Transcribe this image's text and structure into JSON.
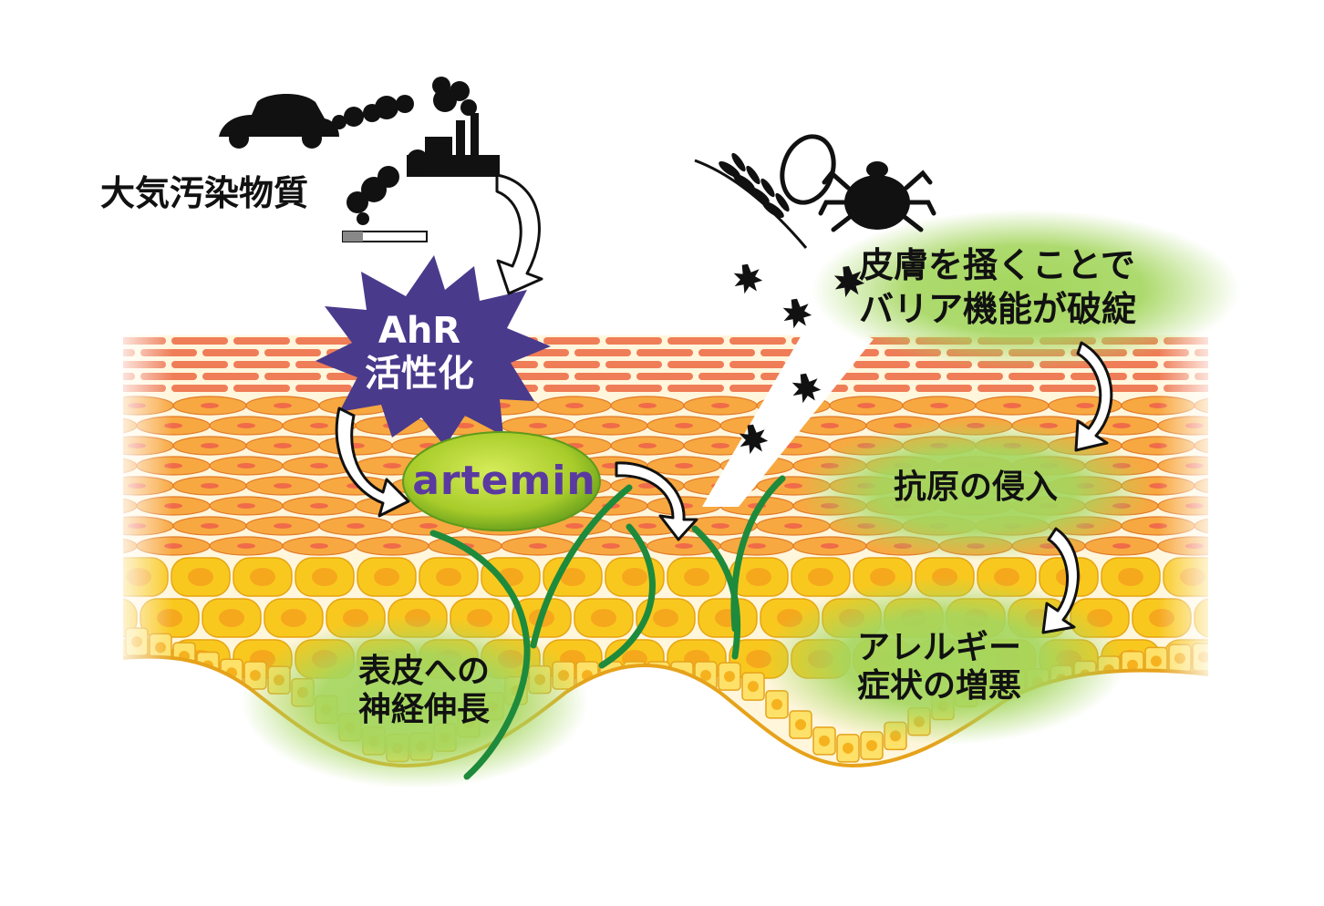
{
  "labels": {
    "pollution": "大気汚染物質",
    "ahr_line1": "AhR",
    "ahr_line2": "活性化",
    "artemin": "artemin",
    "nerve_line1": "表皮への",
    "nerve_line2": "神経伸長",
    "barrier_line1": "皮膚を掻くことで",
    "barrier_line2": "バリア機能が破綻",
    "antigen": "抗原の侵入",
    "allergy_line1": "アレルギー",
    "allergy_line2": "症状の増悪"
  },
  "icons": [
    "car-icon",
    "factory-icon",
    "cigarette-icon",
    "smoke-icon",
    "wheat-icon",
    "egg-icon",
    "mite-icon",
    "antigen-star-icon",
    "arrow-icon"
  ],
  "colors": {
    "stratum_corneum": "#ef7d57",
    "granular_layer": "#f8a840",
    "spinous_layer": "#f9c81e",
    "basal_layer": "#fde168",
    "ahr_burst": "#4a3a8c",
    "artemin_oval": "#a8cc2a",
    "artemin_text": "#5a3aa0",
    "nerve": "#1e8a3c",
    "glow": "#a4d65e"
  }
}
